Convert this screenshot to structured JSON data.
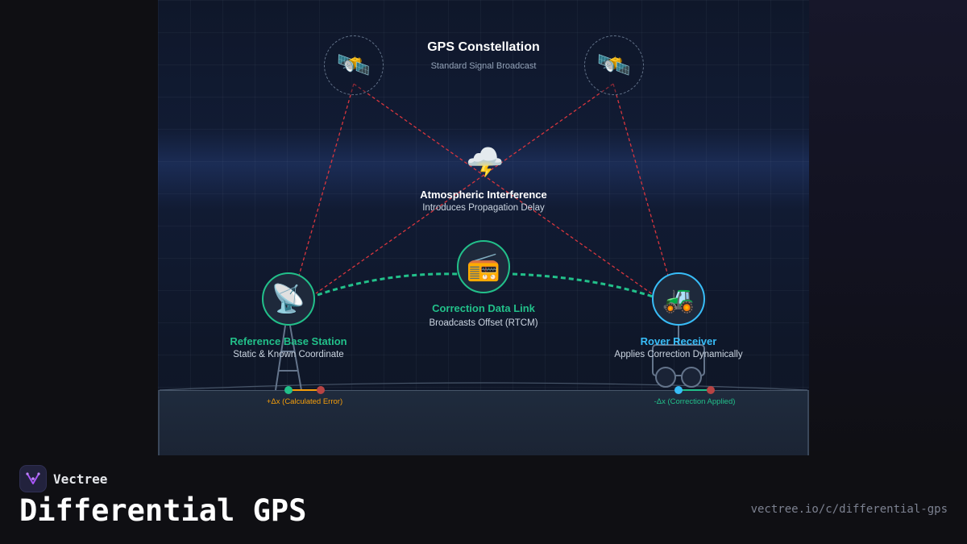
{
  "diagram": {
    "constellation": {
      "title": "GPS Constellation",
      "subtitle": "Standard Signal Broadcast"
    },
    "satellite_icon": "🛰️",
    "atmosphere": {
      "title": "Atmospheric Interference",
      "subtitle": "Introduces Propagation Delay",
      "icon": "🌩️"
    },
    "link": {
      "title": "Correction Data Link",
      "subtitle": "Broadcasts Offset (RTCM)",
      "icon": "📻"
    },
    "base": {
      "title": "Reference Base Station",
      "subtitle": "Static & Known Coordinate",
      "icon": "📡",
      "error_label": "+Δx (Calculated Error)"
    },
    "rover": {
      "title": "Rover Receiver",
      "subtitle": "Applies Correction Dynamically",
      "icon": "🚜",
      "correction_label": "-Δx (Correction Applied)"
    }
  },
  "colors": {
    "signal": "#d9363e",
    "link": "#22c08a",
    "rover": "#38bdf8",
    "error": "#f59e0b"
  },
  "footer": {
    "brand": "Vectree",
    "title": "Differential GPS",
    "url": "vectree.io/c/differential-gps"
  }
}
